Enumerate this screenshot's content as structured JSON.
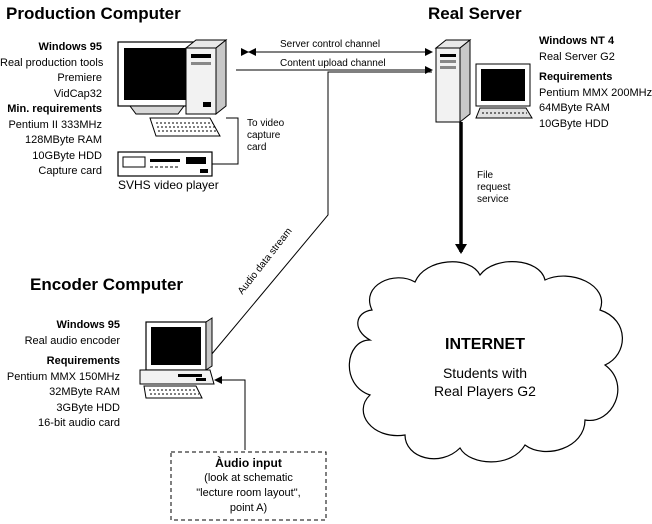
{
  "production": {
    "title": "Production Computer",
    "os": "Windows 95",
    "software": [
      "Real production tools",
      "Premiere",
      "VidCap32"
    ],
    "req_heading": "Min. requirements",
    "requirements": [
      "Pentium II 333MHz",
      "128MByte RAM",
      "10GByte HDD",
      "Capture card"
    ],
    "video_player": "SVHS video player",
    "capture_note": [
      "To video",
      "capture",
      "card"
    ]
  },
  "server": {
    "title": "Real Server",
    "os": "Windows NT 4",
    "software": [
      "Real Server G2"
    ],
    "req_heading": "Requirements",
    "requirements": [
      "Pentium MMX 200MHz",
      "64MByte RAM",
      "10GByte HDD"
    ],
    "file_request": [
      "File",
      "request",
      "service"
    ]
  },
  "encoder": {
    "title": "Encoder Computer",
    "os": "Windows 95",
    "software": [
      "Real audio encoder"
    ],
    "req_heading": "Requirements",
    "requirements": [
      "Pentium MMX 150MHz",
      "32MByte RAM",
      "3GByte HDD",
      "16-bit audio card"
    ]
  },
  "channels": {
    "server_control": "Server control channel",
    "content_upload": "Content upload channel",
    "audio_stream": "Audio data stream"
  },
  "audio_input": {
    "title": "Àudio input",
    "lines": [
      "(look at schematic",
      "\"lecture room layout\",",
      "point A)"
    ]
  },
  "internet": {
    "title": "INTERNET",
    "lines": [
      "Students with",
      "Real Players G2"
    ]
  }
}
